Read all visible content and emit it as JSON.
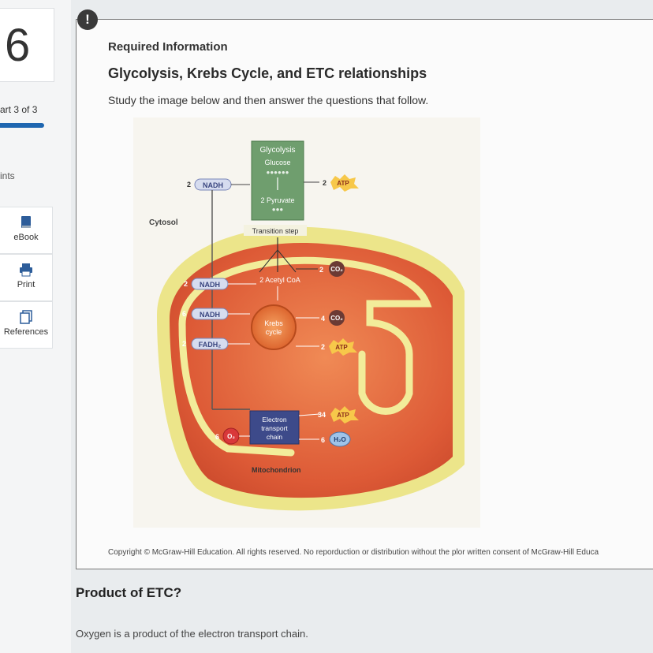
{
  "sidebar": {
    "question_number": "6",
    "part_label": "art 3 of 3",
    "points_label": "ints",
    "tools": [
      {
        "label": "eBook",
        "icon": "book-icon"
      },
      {
        "label": "Print",
        "icon": "printer-icon"
      },
      {
        "label": "References",
        "icon": "references-icon"
      }
    ]
  },
  "content": {
    "alert_symbol": "!",
    "required_label": "Required Information",
    "title": "Glycolysis, Krebs Cycle, and ETC relationships",
    "instructions": "Study the image below and then answer the questions that follow.",
    "copyright": "Copyright © McGraw-Hill Education. All rights reserved. No reporduction or distribution without the plor written consent of McGraw-Hill Educa"
  },
  "diagram": {
    "glycolysis": "Glycolysis",
    "glucose": "Glucose",
    "pyruvate": "2 Pyruvate",
    "transition": "Transition step",
    "acetyl_coa": "2 Acetyl CoA",
    "krebs_line1": "Krebs",
    "krebs_line2": "cycle",
    "etc_line1": "Electron",
    "etc_line2": "transport",
    "etc_line3": "chain",
    "cytosol": "Cytosol",
    "mitochondrion": "Mitochondrion",
    "nadh": "NADH",
    "fadh2": "FADH₂",
    "atp": "ATP",
    "co2": "CO₂",
    "o2": "O₂",
    "h2o": "H₂O",
    "n2": "2",
    "n6": "6",
    "n4": "4",
    "n34": "34"
  },
  "question": {
    "prompt": "Product of ETC?",
    "answer": "Oxygen is a product of the electron transport chain."
  },
  "colors": {
    "accent": "#1e66b0",
    "glycolysis_box": "#6f9e6e",
    "mito_outer": "#e9e07a",
    "mito_fill": "#e0734a",
    "etc_box": "#3d4a8a",
    "krebs": "#e36a2f"
  }
}
